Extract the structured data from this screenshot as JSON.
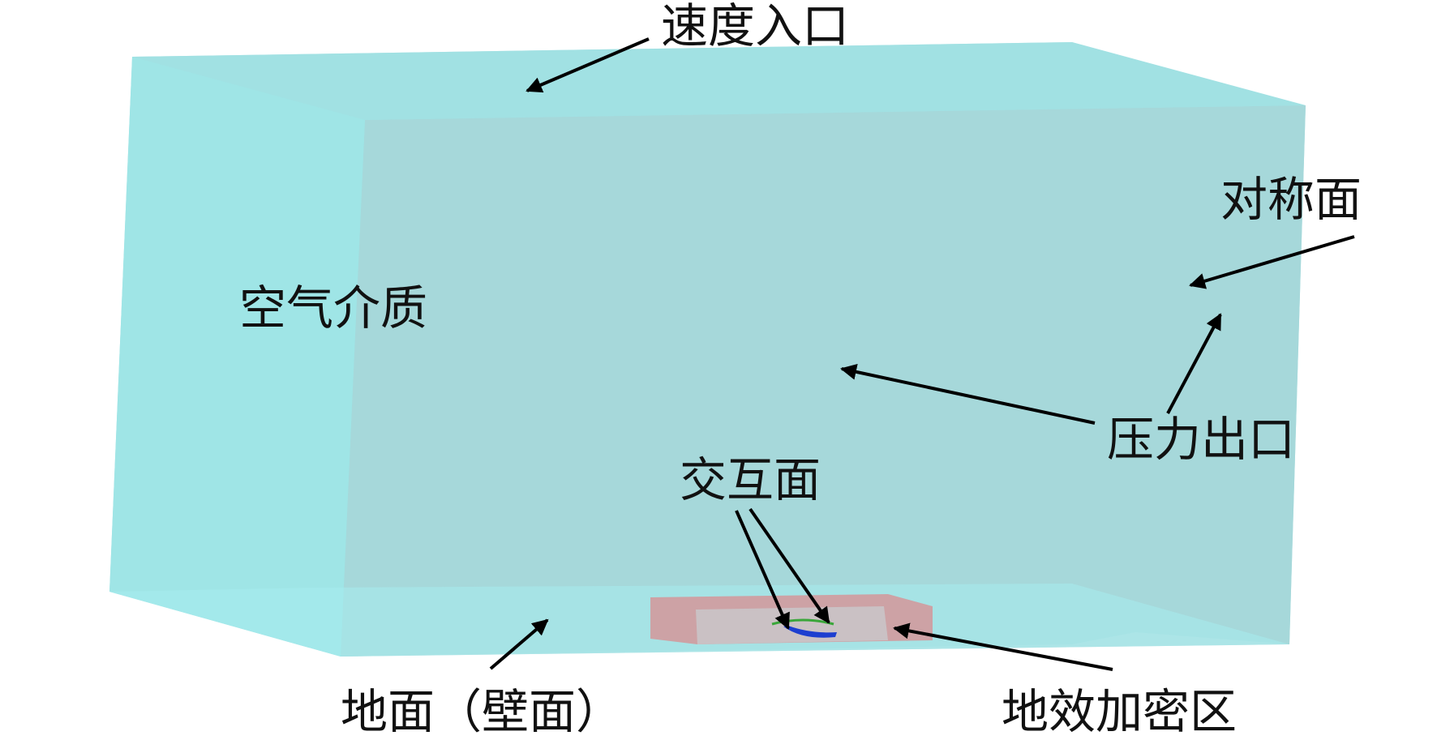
{
  "labels": {
    "velocity_inlet": "速度入口",
    "symmetry_plane": "对称面",
    "air_medium": "空气介质",
    "pressure_outlet": "压力出口",
    "interface": "交互面",
    "ground_wall": "地面（壁面）",
    "ground_effect_refinement": "地效加密区"
  },
  "colors": {
    "domain_fill": "#9fe3e5",
    "domain_inner": "#a7d4d7",
    "refinement_box": "#d88f92",
    "model": "#1d3fd0",
    "interface_green": "#3aa63a",
    "arrow": "#000000",
    "text": "#111111"
  }
}
